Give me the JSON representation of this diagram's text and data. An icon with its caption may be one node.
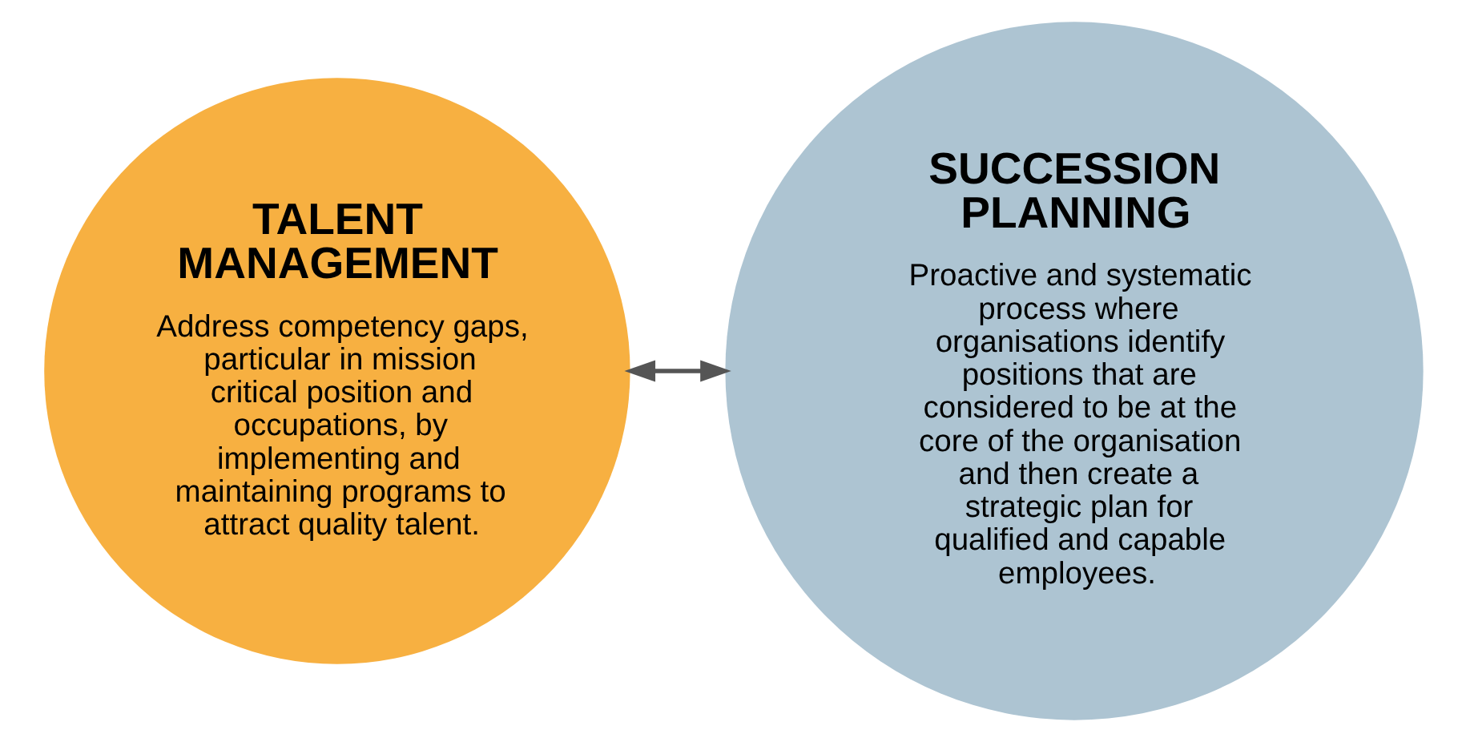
{
  "diagram": {
    "nodes": [
      {
        "text": [
          "TALENT MANAGEMENT",
          "Address competency gaps, particular in mission critical position and occupations, by implementing and maintaining programs to attract quality talent."
        ]
      },
      {
        "text": [
          "SUCCESSION PLANNING",
          "Proactive and systematic process where organisations identify positions that are considered to be at the core of the organisation and then create a strategic plan for qualified and capable employees."
        ]
      }
    ],
    "edges": [
      {
        "from": 0,
        "to": 1,
        "arrow": "both"
      }
    ]
  }
}
